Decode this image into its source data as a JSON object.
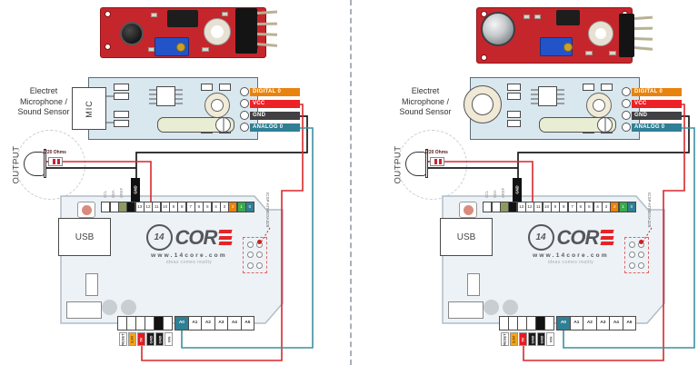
{
  "sensor_module": {
    "caption_lines": [
      "Electret",
      "Microphone /",
      "Sound Sensor"
    ],
    "mic_label": "MIC",
    "pin_tags": [
      {
        "label": "DIGITAL 0",
        "bg": "#E8830D",
        "fg": "#FFFFFF"
      },
      {
        "label": "VCC",
        "bg": "#EC2227",
        "fg": "#FFFFFF"
      },
      {
        "label": "GND",
        "bg": "#414042",
        "fg": "#FFFFFF"
      },
      {
        "label": "ANALOG 0",
        "bg": "#2F7F95",
        "fg": "#FFFFFF"
      }
    ]
  },
  "output_led": {
    "label": "OUTPUT",
    "resistor_value": "220 Ohms"
  },
  "arduino": {
    "usb_label": "USB",
    "aux_pin_labels": [
      "SCL",
      "SDA",
      "AREF"
    ],
    "gnd_tag_label": "GND",
    "icsp_label": "ICSP ATMEGA328",
    "digital_pins": [
      {
        "label": "",
        "bg": "#FFFFFF",
        "fg": "#333333"
      },
      {
        "label": "",
        "bg": "#FFFFFF",
        "fg": "#333333"
      },
      {
        "label": "",
        "bg": "#8C9C60",
        "fg": "#FFFFFF"
      },
      {
        "label": "",
        "bg": "#121212",
        "fg": "#FFFFFF"
      },
      {
        "label": "13",
        "bg": "#FFFFFF",
        "fg": "#333333"
      },
      {
        "label": "12",
        "bg": "#FFFFFF",
        "fg": "#333333"
      },
      {
        "label": "11",
        "bg": "#FFFFFF",
        "fg": "#333333"
      },
      {
        "label": "10",
        "bg": "#FFFFFF",
        "fg": "#333333"
      },
      {
        "label": "9",
        "bg": "#FFFFFF",
        "fg": "#333333"
      },
      {
        "label": "8",
        "bg": "#FFFFFF",
        "fg": "#333333"
      },
      {
        "label": "7",
        "bg": "#FFFFFF",
        "fg": "#333333"
      },
      {
        "label": "6",
        "bg": "#FFFFFF",
        "fg": "#333333"
      },
      {
        "label": "5",
        "bg": "#FFFFFF",
        "fg": "#333333"
      },
      {
        "label": "4",
        "bg": "#FFFFFF",
        "fg": "#333333"
      },
      {
        "label": "3",
        "bg": "#FFFFFF",
        "fg": "#333333"
      },
      {
        "label": "2",
        "bg": "#E8830D",
        "fg": "#FFFFFF"
      },
      {
        "label": "1",
        "bg": "#3BAA4C",
        "fg": "#FFFFFF"
      },
      {
        "label": "0",
        "bg": "#2F7F95",
        "fg": "#FFFFFF"
      }
    ],
    "power_cells": [
      {
        "label": "",
        "bg": "#FFFFFF"
      },
      {
        "label": "",
        "bg": "#FFFFFF"
      },
      {
        "label": "",
        "bg": "#FFFFFF"
      },
      {
        "label": "",
        "bg": "#FFFFFF"
      },
      {
        "label": "",
        "bg": "#121212"
      },
      {
        "label": "",
        "bg": "#FFFFFF"
      }
    ],
    "power_tags": [
      {
        "label": "RESET",
        "bg": "#FFFFFF",
        "fg": "#444444"
      },
      {
        "label": "3.3V",
        "bg": "#F2A51C",
        "fg": "#5C3A00"
      },
      {
        "label": "5V",
        "bg": "#E8191F",
        "fg": "#FFFFFF"
      },
      {
        "label": "GND",
        "bg": "#1A1A1A",
        "fg": "#FFFFFF"
      },
      {
        "label": "GND",
        "bg": "#1A1A1A",
        "fg": "#FFFFFF"
      },
      {
        "label": "VIN",
        "bg": "#FFFFFF",
        "fg": "#444444"
      }
    ],
    "analog_pins": [
      {
        "label": "A0",
        "bg": "#2F7F95",
        "fg": "#FFFFFF"
      },
      {
        "label": "A1",
        "bg": "#FFFFFF",
        "fg": "#333333"
      },
      {
        "label": "A2",
        "bg": "#FFFFFF",
        "fg": "#333333"
      },
      {
        "label": "A3",
        "bg": "#FFFFFF",
        "fg": "#333333"
      },
      {
        "label": "A4",
        "bg": "#FFFFFF",
        "fg": "#333333"
      },
      {
        "label": "A5",
        "bg": "#FFFFFF",
        "fg": "#333333"
      }
    ],
    "logo": {
      "badge": "14",
      "word": "COR",
      "url": "www.14core.com",
      "tagline": "ideas comes reality"
    }
  },
  "colors": {
    "wire_red": "#D8272C",
    "wire_black": "#1A1A1A",
    "wire_teal": "#3D8FA0",
    "tag_orange": "#E8830D",
    "tag_red": "#EC2227",
    "tag_dark": "#414042",
    "tag_teal": "#2F7F95"
  }
}
